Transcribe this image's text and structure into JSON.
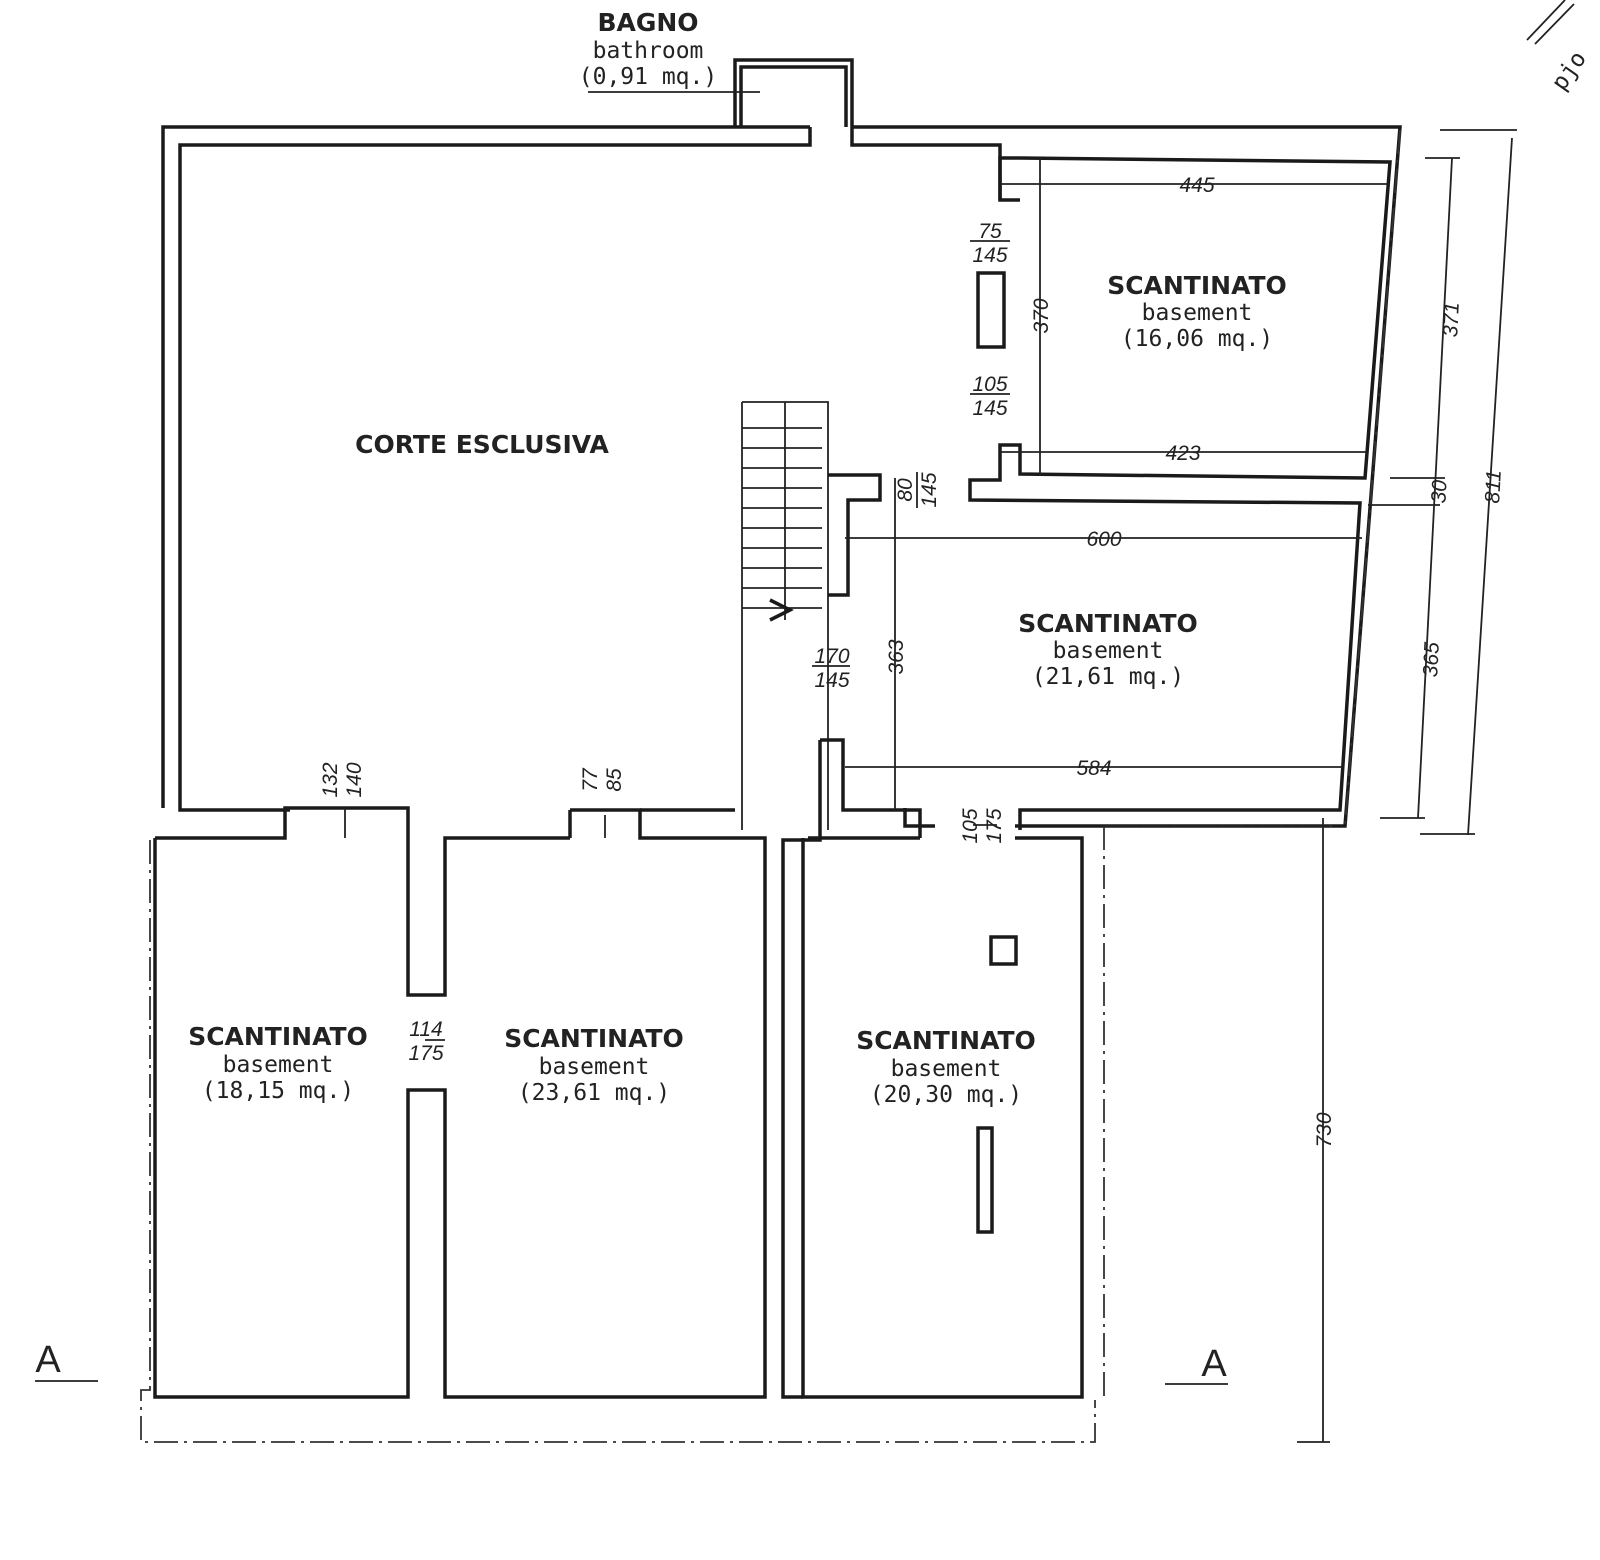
{
  "rooms": {
    "bathroom": {
      "title": "BAGNO",
      "subtitle": "bathroom",
      "area": "(0,91 mq.)"
    },
    "courtyard": {
      "title": "CORTE ESCLUSIVA"
    },
    "basement_ne": {
      "title": "SCANTINATO",
      "subtitle": "basement",
      "area": "(16,06 mq.)"
    },
    "basement_e": {
      "title": "SCANTINATO",
      "subtitle": "basement",
      "area": "(21,61 mq.)"
    },
    "basement_sw": {
      "title": "SCANTINATO",
      "subtitle": "basement",
      "area": "(18,15 mq.)"
    },
    "basement_s": {
      "title": "SCANTINATO",
      "subtitle": "basement",
      "area": "(23,61 mq.)"
    },
    "basement_se": {
      "title": "SCANTINATO",
      "subtitle": "basement",
      "area": "(20,30 mq.)"
    }
  },
  "dimensions": {
    "ne_top": "445",
    "ne_bottom": "423",
    "ne_height": "370",
    "ne_outer_height": "371",
    "e_top": "600",
    "e_bottom": "584",
    "e_height": "363",
    "e_outer_height": "365",
    "wall": "30",
    "total_height": "811",
    "lower_height": "730"
  },
  "openings": [
    {
      "w": "75",
      "h": "145"
    },
    {
      "w": "105",
      "h": "145"
    },
    {
      "w": "80",
      "h": "145"
    },
    {
      "w": "170",
      "h": "145"
    },
    {
      "w": "105",
      "h": "175"
    },
    {
      "w": "132",
      "h": "140"
    },
    {
      "w": "77",
      "h": "85"
    },
    {
      "w": "114",
      "h": "175"
    }
  ],
  "section_marks": {
    "left": "A",
    "right": "A"
  },
  "edge_text": "pjo"
}
